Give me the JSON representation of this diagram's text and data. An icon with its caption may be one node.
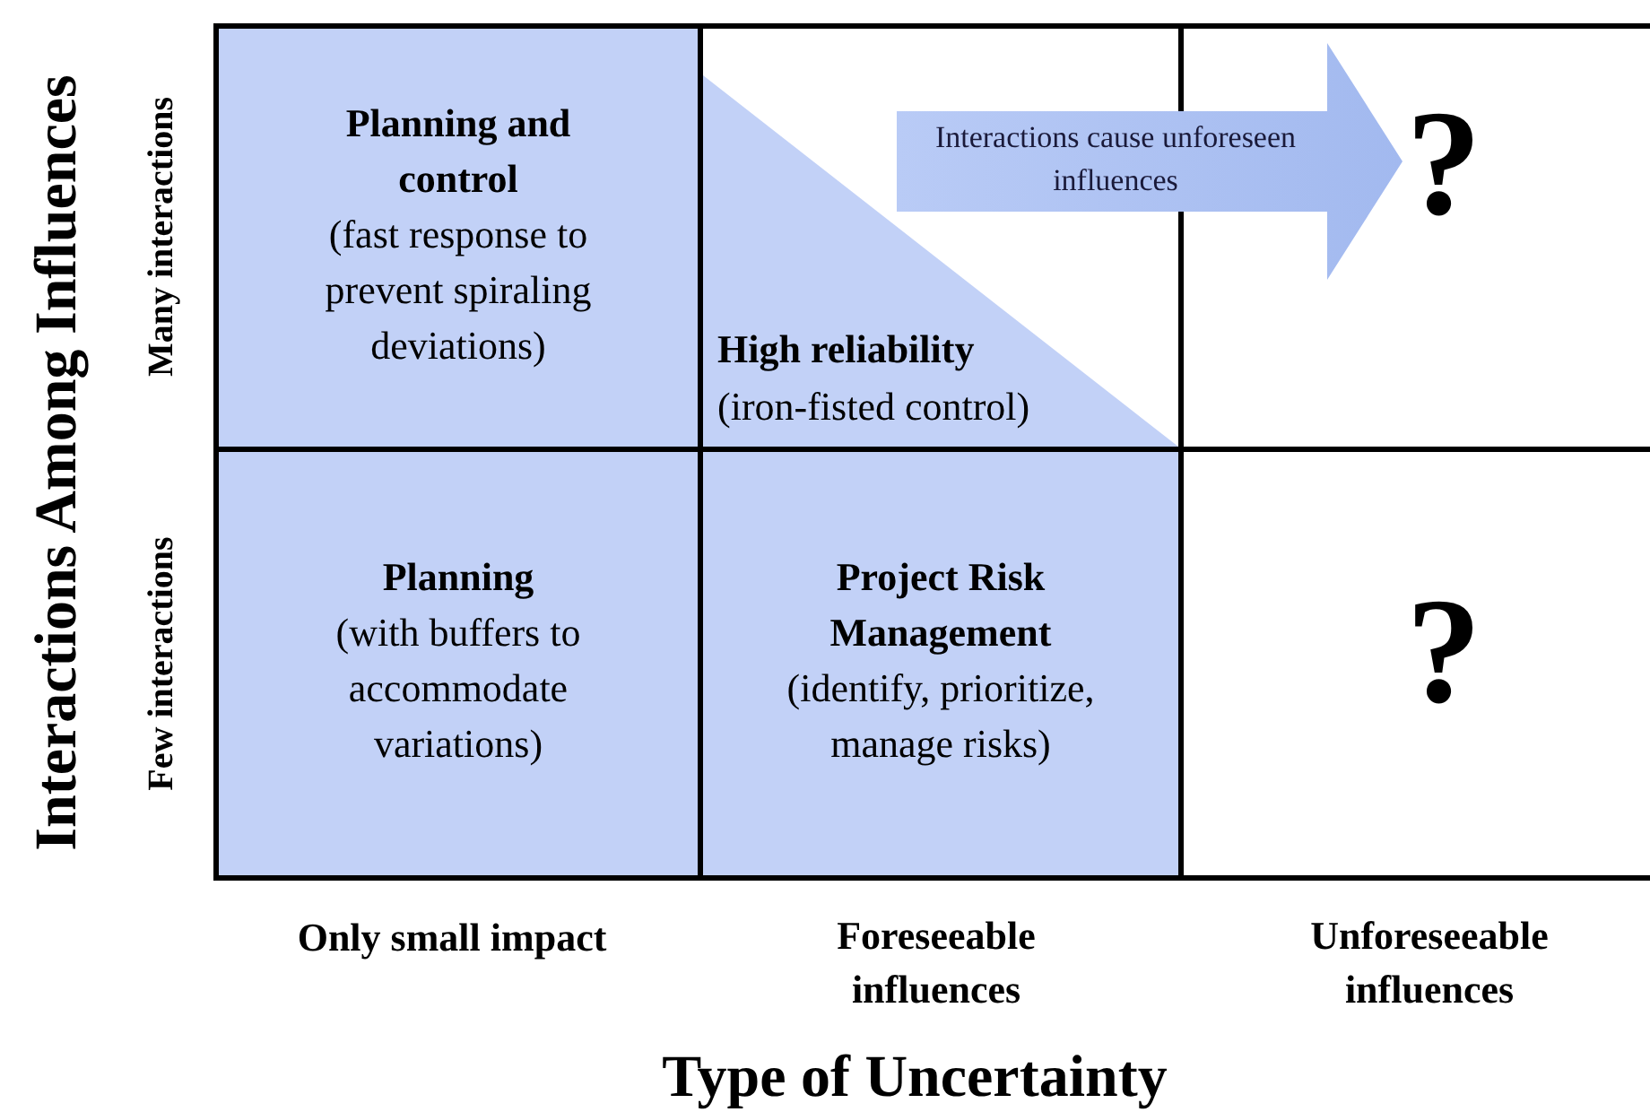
{
  "diagram": {
    "nodes": [
      {
        "text": [
          "Planning and control",
          "(fast response to prevent spiraling deviations)"
        ]
      },
      {
        "text": [
          "High reliability",
          "(iron-fisted control)"
        ]
      },
      {
        "text": [
          "Interactions cause unforeseen influences"
        ]
      },
      {
        "text": [
          "?"
        ]
      },
      {
        "text": [
          "Planning",
          "(with buffers to accommodate variations)"
        ]
      },
      {
        "text": [
          "Project Risk Management",
          "(identify, prioritize, manage risks)"
        ]
      },
      {
        "text": [
          "?"
        ]
      }
    ],
    "labels": [
      "Interactions Among Influences",
      "Many interactions",
      "Few interactions",
      "Only small impact",
      "Foreseeable influences",
      "Unforeseeable influences",
      "Type of Uncertainty"
    ]
  }
}
